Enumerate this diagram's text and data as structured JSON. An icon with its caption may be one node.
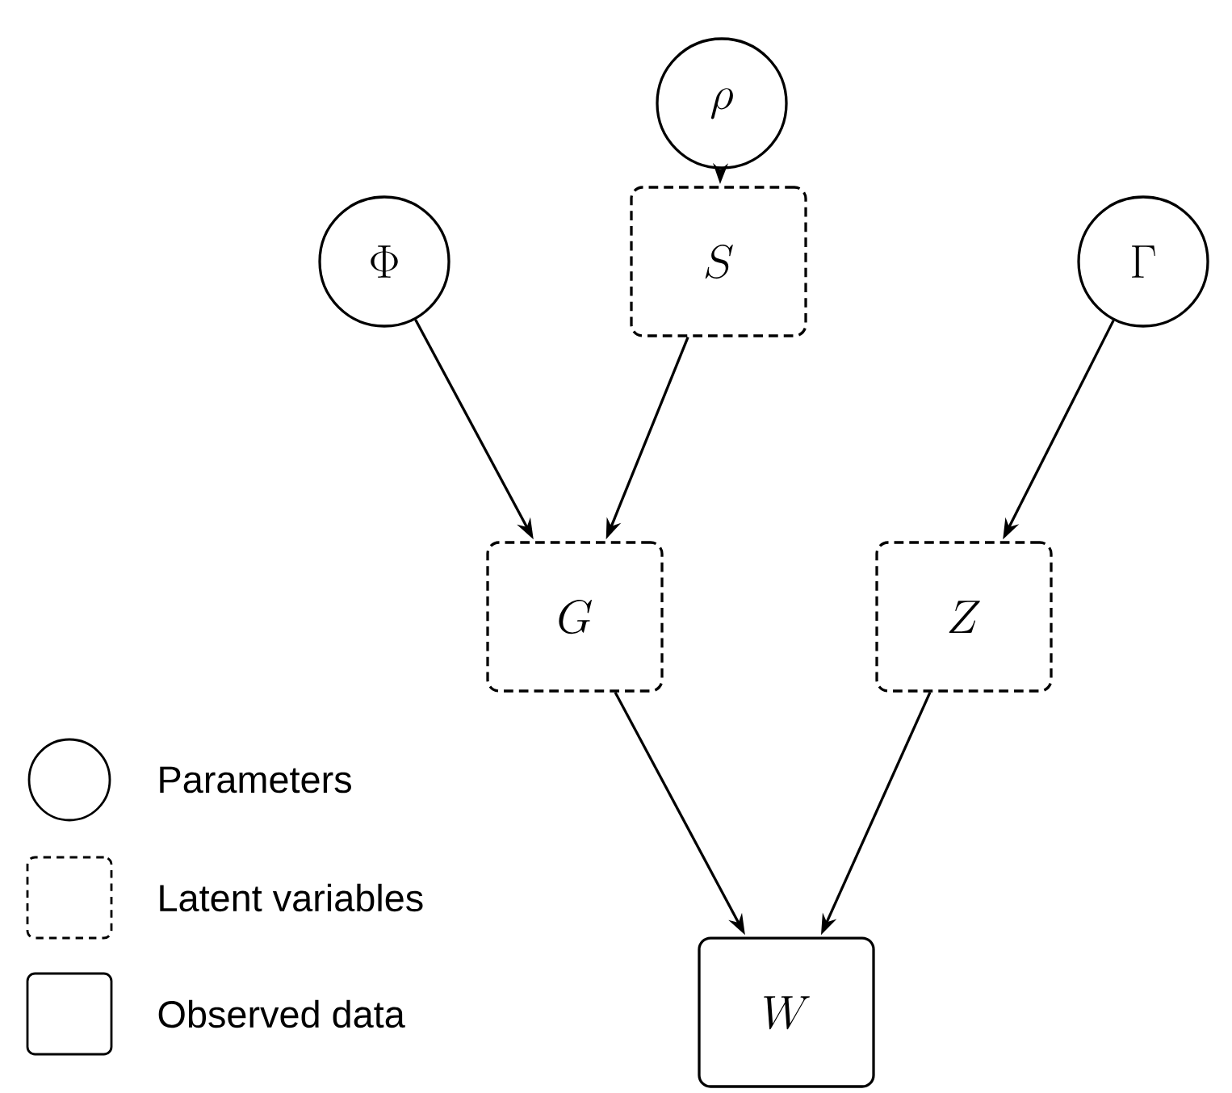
{
  "diagram": {
    "nodes": [
      {
        "text": [
          "\\rho"
        ]
      },
      {
        "text": [
          "\\Phi"
        ]
      },
      {
        "text": [
          "S"
        ]
      },
      {
        "text": [
          "\\Gamma"
        ]
      },
      {
        "text": [
          "G"
        ]
      },
      {
        "text": [
          "Z"
        ]
      },
      {
        "text": [
          "W"
        ]
      }
    ],
    "edges": [
      {
        "from": 0,
        "to": 2,
        "arrow": "to"
      },
      {
        "from": 1,
        "to": 4,
        "arrow": "to"
      },
      {
        "from": 2,
        "to": 4,
        "arrow": "to"
      },
      {
        "from": 3,
        "to": 5,
        "arrow": "to"
      },
      {
        "from": 4,
        "to": 6,
        "arrow": "to"
      },
      {
        "from": 5,
        "to": 6,
        "arrow": "to"
      }
    ],
    "legend": [
      {
        "text": "Parameters"
      },
      {
        "text": "Latent variables"
      },
      {
        "text": "Observed data"
      }
    ]
  }
}
